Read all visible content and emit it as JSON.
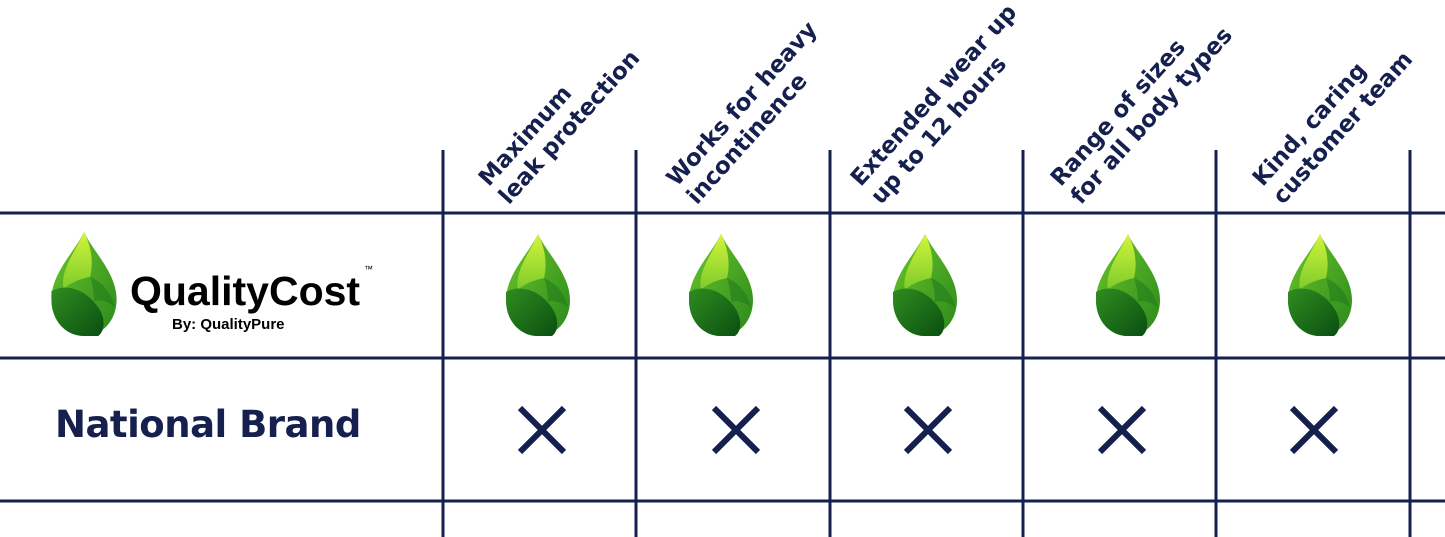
{
  "brand": {
    "name": "QualityCost",
    "trademark": "™",
    "byline": "By: QualityPure",
    "logo_icon": "green-leaf-drop-icon"
  },
  "competitor": {
    "name": "National Brand"
  },
  "features": [
    {
      "lines": [
        "Maximum",
        "leak protection"
      ],
      "brand_has": true,
      "competitor_has": false
    },
    {
      "lines": [
        "Works for heavy",
        "incontinence"
      ],
      "brand_has": true,
      "competitor_has": false
    },
    {
      "lines": [
        "Extended wear up",
        "up to 12 hours"
      ],
      "brand_has": true,
      "competitor_has": false
    },
    {
      "lines": [
        "Range of sizes",
        "for all body types"
      ],
      "brand_has": true,
      "competitor_has": false
    },
    {
      "lines": [
        "Kind, caring",
        "customer team"
      ],
      "brand_has": true,
      "competitor_has": false
    }
  ],
  "icons": {
    "yes": "green-leaf-drop-icon",
    "no": "x-mark-icon"
  },
  "colors": {
    "navy": "#16204f",
    "leaf_light": "#b6e82e",
    "leaf_mid": "#45a523",
    "leaf_dark": "#0d5c14"
  }
}
